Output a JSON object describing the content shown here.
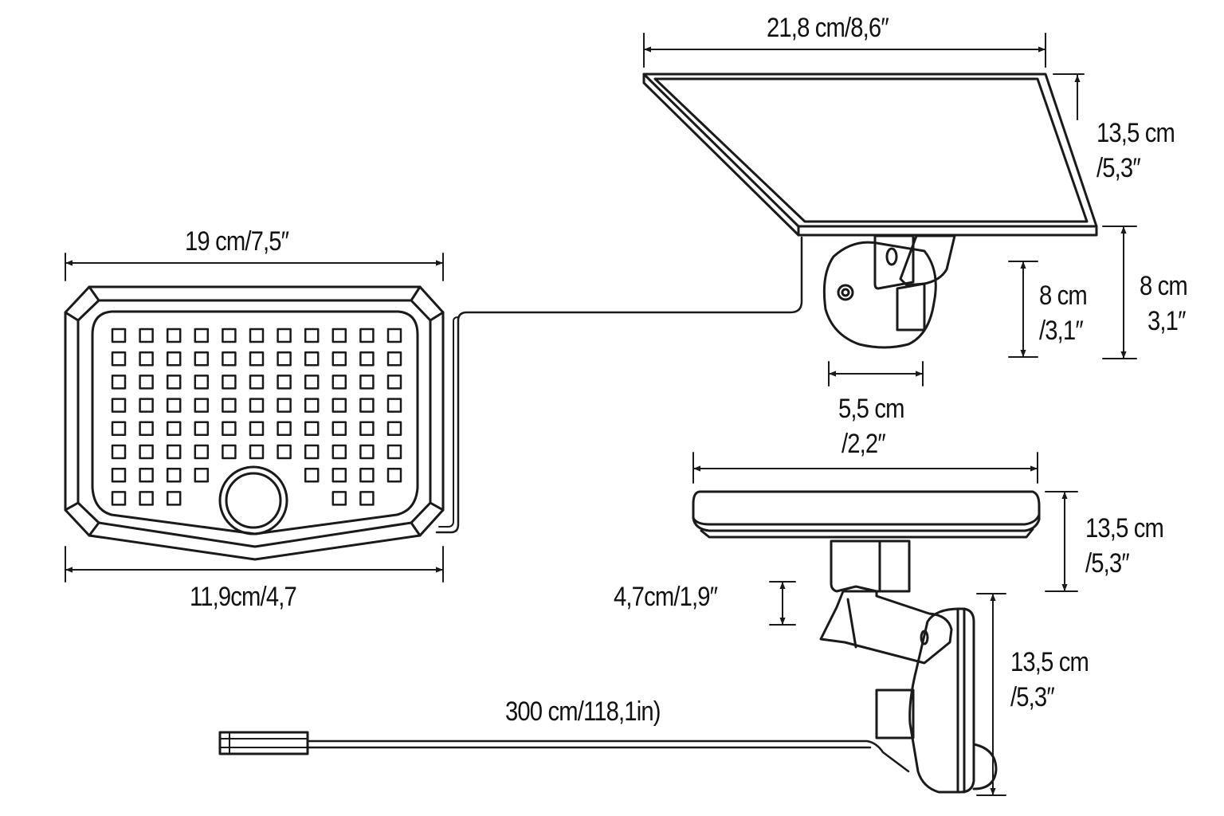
{
  "colors": {
    "line": "#1a1a1a",
    "background": "#ffffff",
    "text": "#111111"
  },
  "labels": {
    "lamp_width": "19 cm/7,5″",
    "lamp_bottom_width": "11,9cm/4,7",
    "panel_width": "21,8 cm/8,6″",
    "panel_depth_cm": "13,5 cm",
    "panel_depth_in": "/5,3″",
    "bracket_height_cm": "8 cm",
    "bracket_height_in": "/3,1″",
    "total_height_cm": "8 cm",
    "total_height_in": "3,1″",
    "bracket_width_cm": "5,5 cm",
    "bracket_width_in": "/2,2″",
    "side_depth_cm": "13,5 cm",
    "side_depth_in": "/5,3″",
    "arm_height": "4,7cm/1,9″",
    "sensor_height_cm": "13,5 cm",
    "sensor_height_in": "/5,3″",
    "cable_length": "300 cm/118,1in)"
  }
}
